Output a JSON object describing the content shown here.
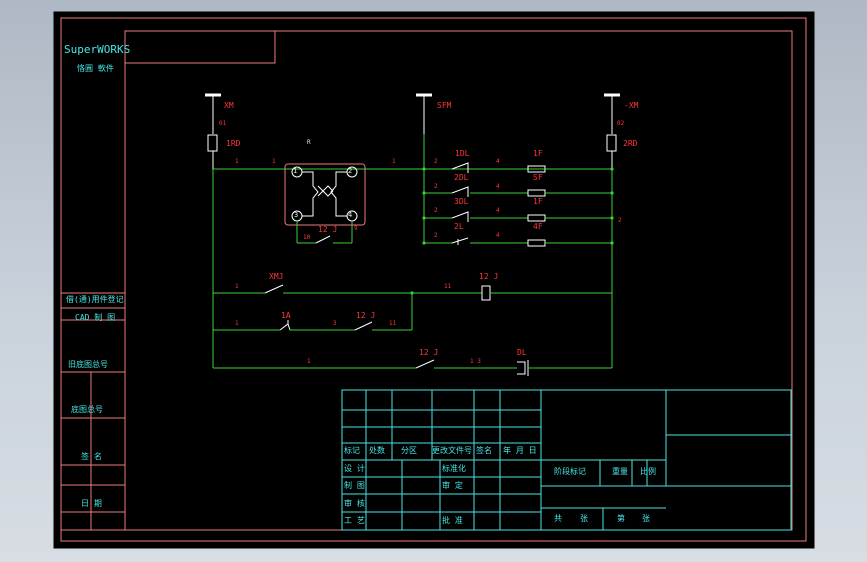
{
  "colors": {
    "frame": "#f07a7a",
    "wire": "#37d237",
    "symbol": "#ffffff",
    "circuit_label": "#ff3636",
    "title_block": "#49e6e6",
    "canvas": "#000000"
  },
  "brand": {
    "name": "SuperWORKS",
    "subtitle": "恪圓 軟件"
  },
  "side_block": {
    "borrow_register": "借(通)用件登记",
    "cad_drawing": "CAD 制 图",
    "old_drawing_no_1": "旧底图总号",
    "old_drawing_no_2": "底图总号",
    "signature": "签 名",
    "date": "日 期"
  },
  "circuit": {
    "top_mark": "R",
    "terminals": {
      "left": "XM",
      "center": "SFM",
      "right": "-XM"
    },
    "fuses": {
      "left": "1RD",
      "right": "2RD"
    },
    "nodes": {
      "left_fuse": "01",
      "right_fuse": "02",
      "n_1a": "1",
      "n_1b": "1",
      "n_1c": "1",
      "n_2a": "2",
      "n_2b": "2",
      "n_2c": "2",
      "n_2d": "2",
      "n_4a": "4",
      "n_4b": "4",
      "n_4c": "4",
      "n_4d": "4",
      "n_10": "10",
      "n_9": "9",
      "n_row2_l": "1",
      "n_row2_r": "11",
      "n_row3_l": "1",
      "n_row3_m": "3",
      "n_row3_r": "11",
      "n_row4_l": "1",
      "n_row4_m": "1 3",
      "n_right_2": "2"
    },
    "relay_terminals": [
      "1",
      "2",
      "3",
      "4"
    ],
    "relay_contact": "12 J",
    "switch_contacts": {
      "row1_sw": "1DL",
      "row2_sw": "2DL",
      "row3_sw": "3DL",
      "row4_sw": "2L"
    },
    "lamps": {
      "row1_top": "1F",
      "row1": "SF",
      "row2": "1F",
      "row3": "4F"
    },
    "control": {
      "push_button": "XMJ",
      "coil": "12 J",
      "jog_button": "1A",
      "aux_contact": "12 J",
      "bottom_contact": "12 J",
      "bell": "DL"
    }
  },
  "title_block": {
    "rev_headers": [
      "标记",
      "处数",
      "分区",
      "更改文件号",
      "签名",
      "年 月 日"
    ],
    "rows": [
      "设 计",
      "制 图",
      "审 核",
      "工 艺"
    ],
    "mid_labels": [
      "标准化",
      "审 定",
      "批 准"
    ],
    "stage_mark": "阶段标记",
    "weight": "重量",
    "scale": "比例",
    "total": "共",
    "sheets": "张",
    "page_no": "第",
    "sheet": "张"
  }
}
